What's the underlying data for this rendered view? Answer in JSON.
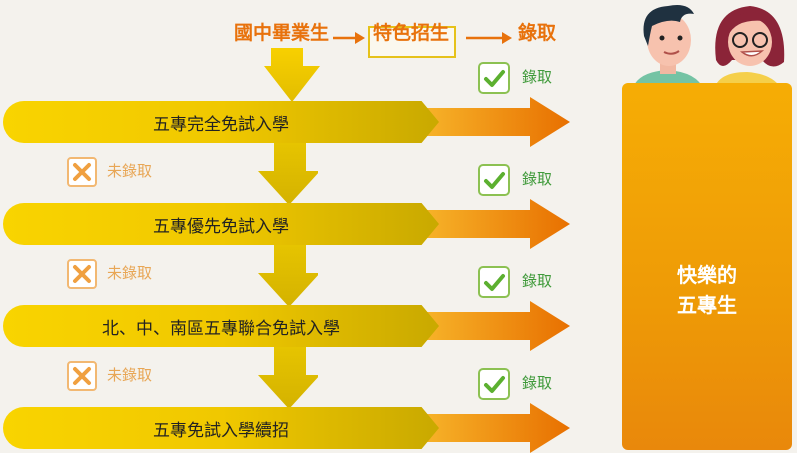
{
  "header": {
    "start": "國中畢業生",
    "program": "特色招生",
    "result": "錄取"
  },
  "stages": [
    {
      "label": "五專完全免試入學",
      "accepted": "錄取",
      "rejected": "未錄取"
    },
    {
      "label": "五專優先免試入學",
      "accepted": "錄取",
      "rejected": "未錄取"
    },
    {
      "label": "北、中、南區五專聯合免試入學",
      "accepted": "錄取",
      "rejected": "未錄取"
    },
    {
      "label": "五專免試入學續招",
      "accepted": "錄取"
    }
  ],
  "goal": {
    "line1": "快樂的",
    "line2": "五專生"
  },
  "icons": {
    "accepted": "check-icon",
    "rejected": "x-icon",
    "flow_down": "arrow-down-icon",
    "flow_right": "arrow-right-icon",
    "students": "students-illustration"
  },
  "colors": {
    "header_text": "#e8720c",
    "bar_yellow": "#f9d400",
    "arrow_orange": "#e87a00",
    "goal_box": "#f6ad05",
    "check_green": "#8cc152",
    "x_orange": "#f2b872"
  }
}
